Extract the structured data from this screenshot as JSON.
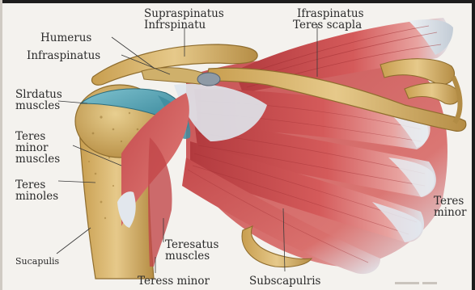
{
  "labels": {
    "supraspinatus_top": "Supraspinatus",
    "infrspinatu_top": "Infrspinatu",
    "ifraspinatus": "Ifraspinatus",
    "teres_scapla": "Teres scapla",
    "humerus": "Humerus",
    "infraspinatus": "Infraspinatus",
    "slrdatus_1": "Slrdatus",
    "slrdatus_2": "muscles",
    "teres_minor_1": "Teres",
    "teres_minor_2": "minor",
    "teres_minor_3": "muscles",
    "teres_minoles_1": "Teres",
    "teres_minoles_2": "minoles",
    "sucapulis": "Sucapulis",
    "teresatus_1": "Teresatus",
    "teresatus_2": "muscles",
    "teress_minor": "Teress minor",
    "subscapulris": "Subscapulris",
    "teres_right_1": "Teres",
    "teres_right_2": "minor"
  },
  "colors": {
    "muscle": "#c8454a",
    "muscle_light": "#e07a76",
    "tendon": "#d9dfe6",
    "bone": "#d9b56a",
    "bone_dark": "#a9863f",
    "cartilage": "#4f9fb0",
    "background": "#f4f2ee"
  }
}
